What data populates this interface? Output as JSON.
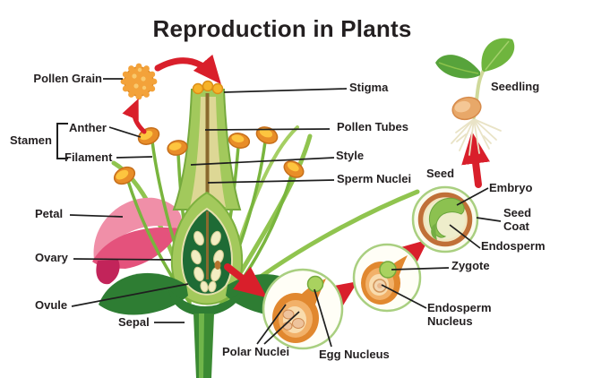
{
  "title": "Reproduction in Plants",
  "flower_labels": {
    "pollen_grain": "Pollen Grain",
    "stamen": "Stamen",
    "anther": "Anther",
    "filament": "Filament",
    "petal": "Petal",
    "ovary": "Ovary",
    "ovule": "Ovule",
    "sepal": "Sepal",
    "stigma": "Stigma",
    "pollen_tubes": "Pollen Tubes",
    "style": "Style",
    "sperm_nuclei": "Sperm Nuclei"
  },
  "fertilization_labels": {
    "polar_nuclei": "Polar Nuclei",
    "egg_nucleus": "Egg Nucleus",
    "zygote": "Zygote",
    "endosperm_nucleus": "Endosperm Nucleus"
  },
  "seed_labels": {
    "seed": "Seed",
    "embryo": "Embryo",
    "seed_coat": "Seed Coat",
    "endosperm": "Endosperm"
  },
  "seedling_label": "Seedling",
  "colors": {
    "background": "#ffffff",
    "text": "#231f20",
    "leader_line": "#1f1f1f",
    "arrow_red": "#d91f2b",
    "pollen_orange": "#f3a23a",
    "anther_orange": "#e88d28",
    "anther_highlight": "#fdc53f",
    "filament_green": "#79b53e",
    "pistil_green": "#a2c95c",
    "style_brown": "#8a6a2e",
    "ovary_dark_green": "#1e6b35",
    "ovule_cream": "#f2edc2",
    "petal_pink": "#e4527c",
    "petal_dark_pink": "#c2245a",
    "sepal_green": "#2e7d33",
    "stage_circle_border": "#a9cf80",
    "ovule_section_orange": "#e1882f",
    "ovule_section_light": "#f9dcae",
    "nucleus_green": "#a9d25f",
    "nucleus_peach": "#eec39c",
    "seed_coat_brown": "#c07038",
    "embryo_green": "#8cc150",
    "seedling_leaf_green": "#6fb53e",
    "seed_tan": "#e8a869",
    "root_cream": "#e9e3c6"
  }
}
